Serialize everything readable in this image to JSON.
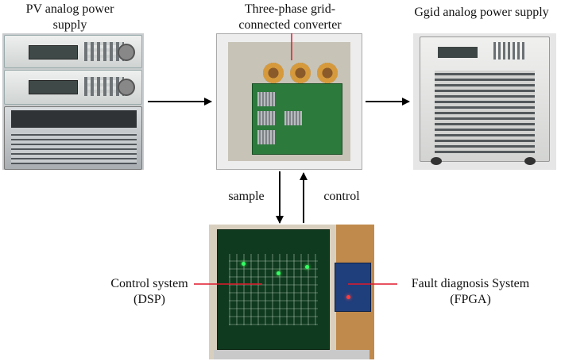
{
  "labels": {
    "pv_line1": "PV analog power",
    "pv_line2": "supply",
    "converter_line1": "Three-phase grid-",
    "converter_line2": "connected converter",
    "grid": "Ggid analog power supply",
    "sample": "sample",
    "control": "control",
    "ctrl_line1": "Control system",
    "ctrl_line2": "(DSP)",
    "fault_line1": "Fault diagnosis System",
    "fault_line2": "(FPGA)"
  },
  "colors": {
    "arrow": "#000000",
    "pointer": "#e0192b"
  }
}
